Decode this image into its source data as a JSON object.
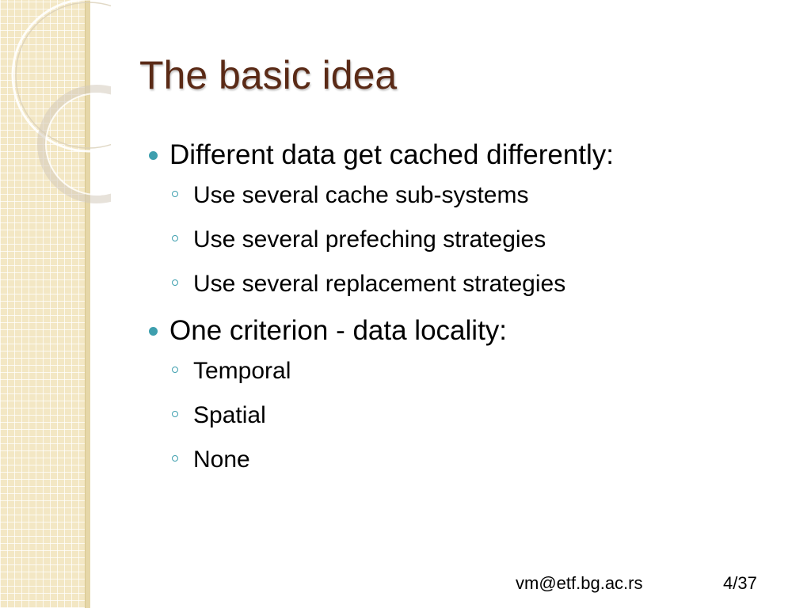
{
  "slide": {
    "title": "The basic idea",
    "sections": [
      {
        "text": "Different data get cached differently:",
        "items": [
          "Use several cache sub-systems",
          "Use several prefeching strategies",
          "Use several replacement strategies"
        ]
      },
      {
        "text": "One criterion - data locality:",
        "items": [
          "Temporal",
          "Spatial",
          "None"
        ]
      }
    ]
  },
  "footer": {
    "email": "vm@etf.bg.ac.rs",
    "page": "4/37"
  },
  "colors": {
    "title": "#5a2a16",
    "bullet": "#3e9fae",
    "panel": "#f3e7c4"
  }
}
